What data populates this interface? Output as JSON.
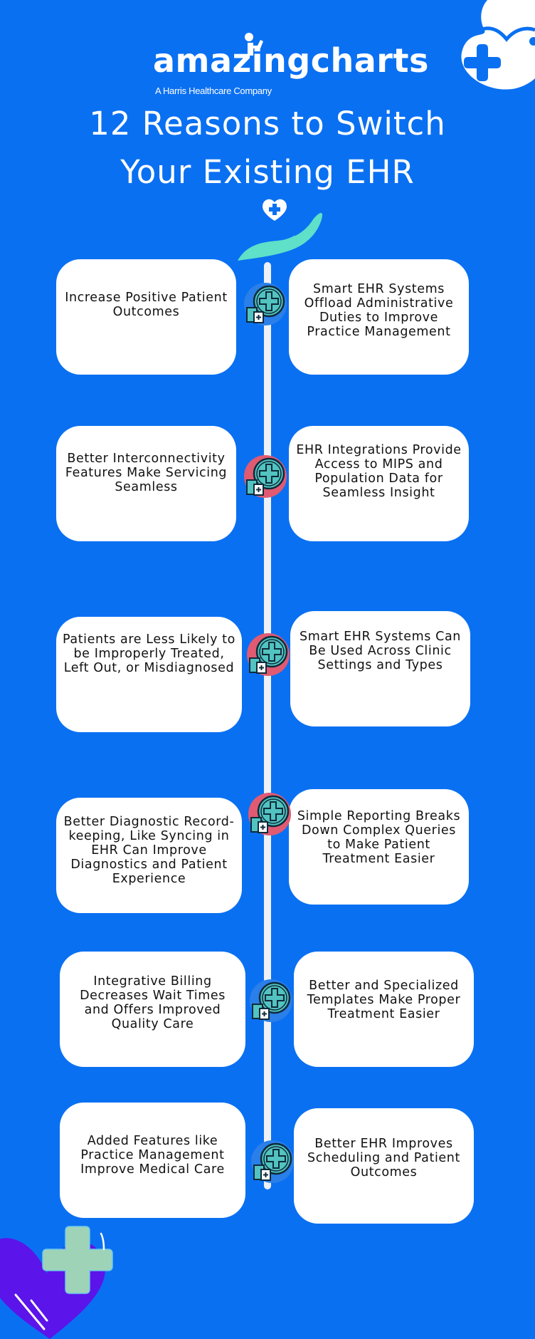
{
  "header": {
    "logo_text": "amazingcharts",
    "logo_subtitle": "A Harris Healthcare Company",
    "title_line1": "12 Reasons to Switch",
    "title_line2": "Your Existing EHR"
  },
  "colors": {
    "background": "#0a70f2",
    "card": "#ffffff",
    "timeline": "#eef1f6",
    "icon_teal": "#52c3c0",
    "icon_ring_pink": "#e05a72",
    "hand_mint": "#5fe0c8",
    "heart_purple": "#5b14ea",
    "cross_sage": "#9fd3b8"
  },
  "reasons": [
    {
      "side": "left",
      "text": "Increase Positive Patient Outcomes"
    },
    {
      "side": "right",
      "text": "Smart EHR Systems Offload Administrative Duties to Improve Practice Management"
    },
    {
      "side": "left",
      "text": "Better Interconnectivity Features Make Servicing Seamless"
    },
    {
      "side": "right",
      "text": "EHR Integrations Provide Access to MIPS and Population Data for Seamless Insight"
    },
    {
      "side": "left",
      "text": "Patients are Less Likely to be Improperly Treated, Left Out, or Misdiagnosed"
    },
    {
      "side": "right",
      "text": "Smart EHR Systems Can Be Used Across Clinic Settings and Types"
    },
    {
      "side": "left",
      "text": "Better Diagnostic Record-keeping, Like Syncing in EHR Can Improve Diagnostics and Patient Experience"
    },
    {
      "side": "right",
      "text": "Simple Reporting Breaks Down Complex Queries to Make Patient Treatment Easier"
    },
    {
      "side": "left",
      "text": "Integrative Billing Decreases Wait Times and Offers Improved Quality Care"
    },
    {
      "side": "right",
      "text": "Better and Specialized Templates Make Proper Treatment Easier"
    },
    {
      "side": "left",
      "text": "Added Features like Practice Management Improve Medical Care"
    },
    {
      "side": "right",
      "text": "Better EHR Improves Scheduling and Patient Outcomes"
    }
  ],
  "icons": {
    "header_top_right": "heart-with-cross-icon",
    "under_title": "hand-holding-heart-icon",
    "timeline_node": "medical-records-plus-icon",
    "bottom_left": "purple-heart-with-cross-icon"
  }
}
